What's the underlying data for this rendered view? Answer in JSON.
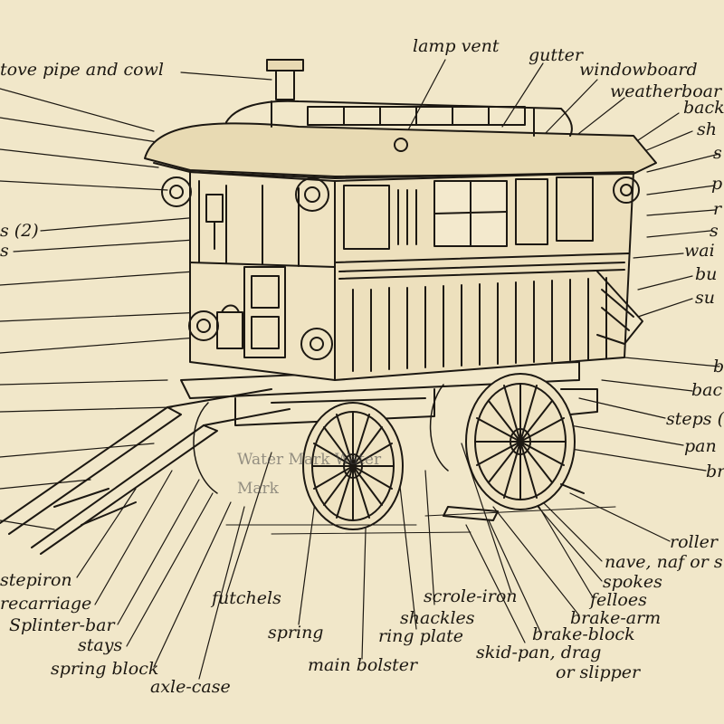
{
  "diagram": {
    "labels_top": {
      "stove_pipe": "tove pipe and cowl",
      "lamp_vent": "lamp vent",
      "gutter": "gutter",
      "windowboard": "windowboard",
      "weatherboard": "weatherboar",
      "back": "back",
      "sh": "sh"
    },
    "labels_left": {
      "brackets": "s (2)",
      "s": "s"
    },
    "labels_right": {
      "r1": "s",
      "r2": "p",
      "r3": "r",
      "r4": "s",
      "waist": "wai",
      "bu": "bu",
      "su": "su",
      "b": "b",
      "bac": "bac",
      "steps": "steps (",
      "pan": "pan",
      "br": "br",
      "roller": "roller"
    },
    "labels_bottom": {
      "nave": "nave, naf or s",
      "spokes": "spokes",
      "felloes": "felloes",
      "brake_arm": "brake-arm",
      "scrole_iron": "scrole-iron",
      "shackles": "shackles",
      "ring_plate": "ring plate",
      "brake_block": "brake-block",
      "skid_pan": "skid-pan, drag",
      "slipper": "or slipper",
      "main_bolster": "main bolster",
      "spring": "spring",
      "futchels": "futchels",
      "axle_case": "axle-case",
      "stepiron": "stepiron",
      "forecarriage": "recarriage",
      "splinter_bar": "Splinter-bar",
      "stays": "stays",
      "spring_block": "spring block"
    },
    "watermark": [
      "Water Mark Water",
      "Mark"
    ],
    "colors": {
      "paper": "#f1e7c9",
      "ink": "#1c1812"
    }
  }
}
